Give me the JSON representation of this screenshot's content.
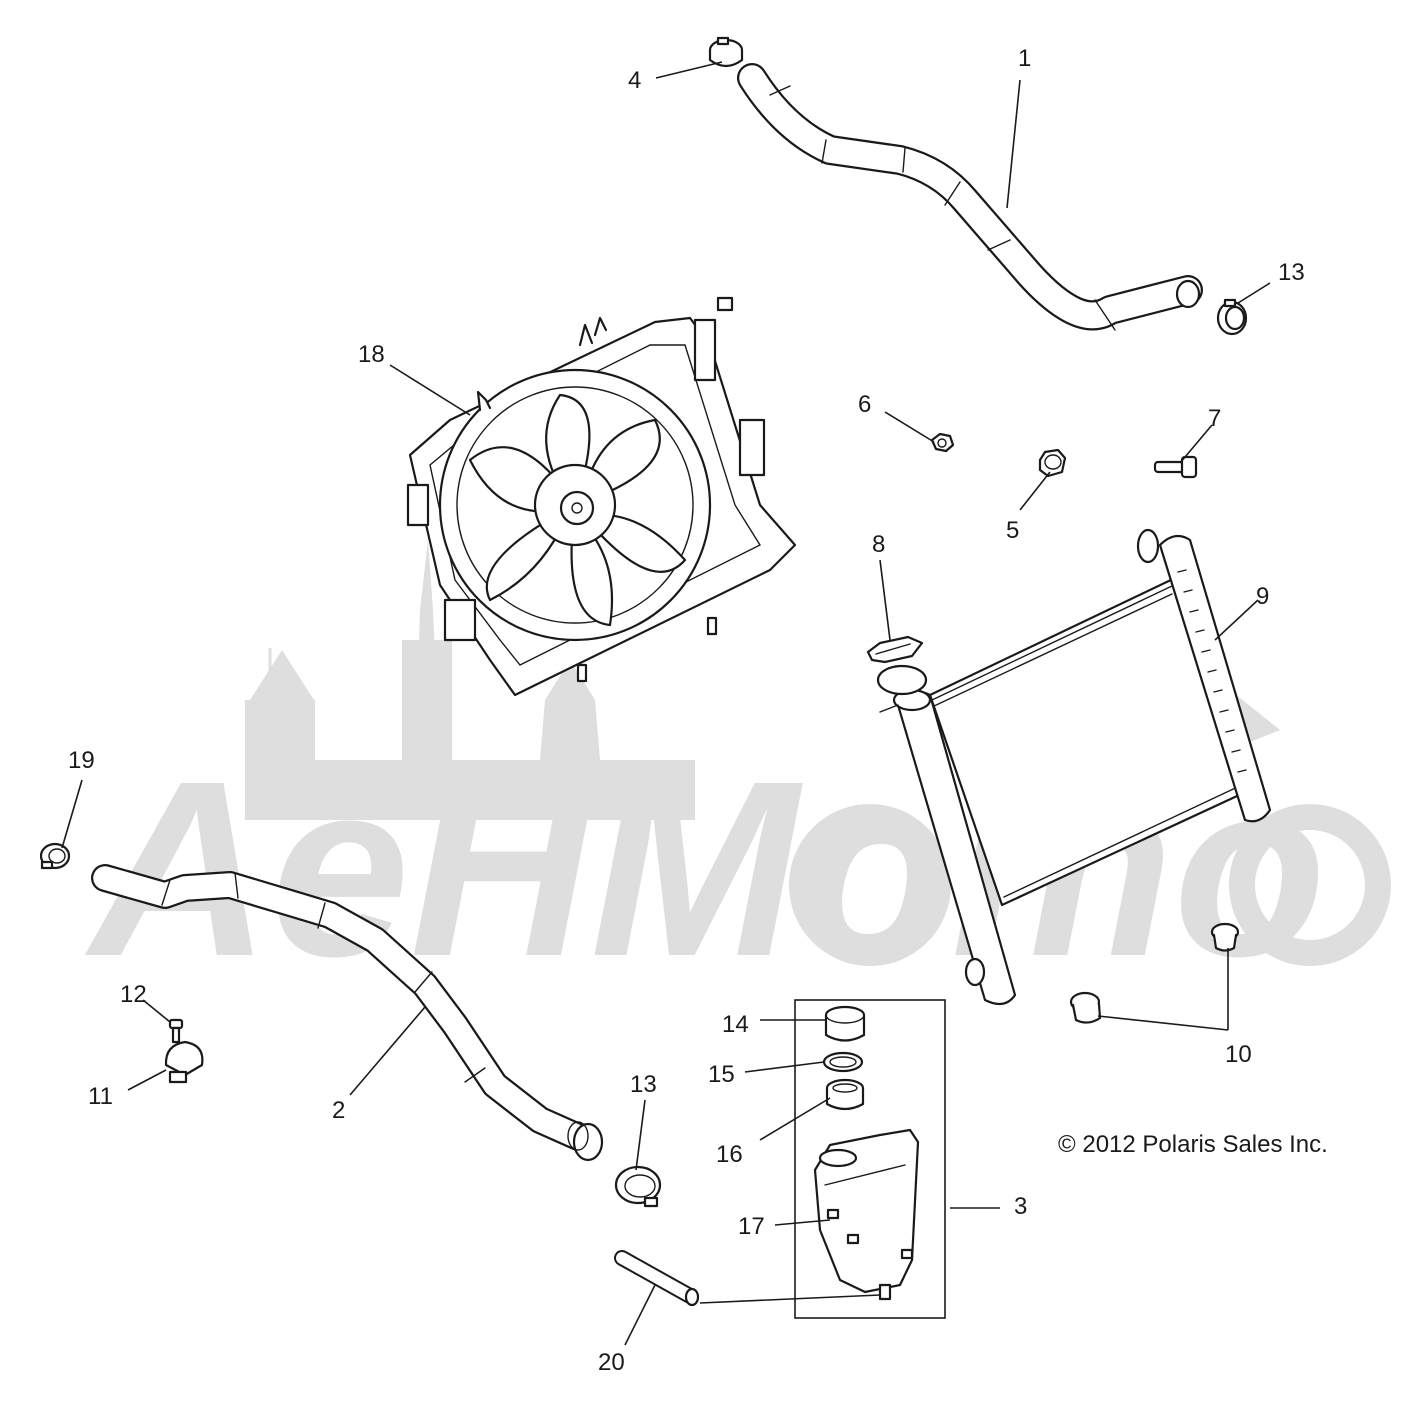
{
  "watermark_text": "AeHMomo",
  "copyright": "© 2012 Polaris Sales Inc.",
  "callouts": {
    "c1": "1",
    "c2": "2",
    "c3": "3",
    "c4": "4",
    "c5": "5",
    "c6": "6",
    "c7": "7",
    "c8": "8",
    "c9": "9",
    "c10": "10",
    "c11": "11",
    "c12": "12",
    "c13a": "13",
    "c13b": "13",
    "c14": "14",
    "c15": "15",
    "c16": "16",
    "c17": "17",
    "c18": "18",
    "c19": "19",
    "c20": "20"
  }
}
